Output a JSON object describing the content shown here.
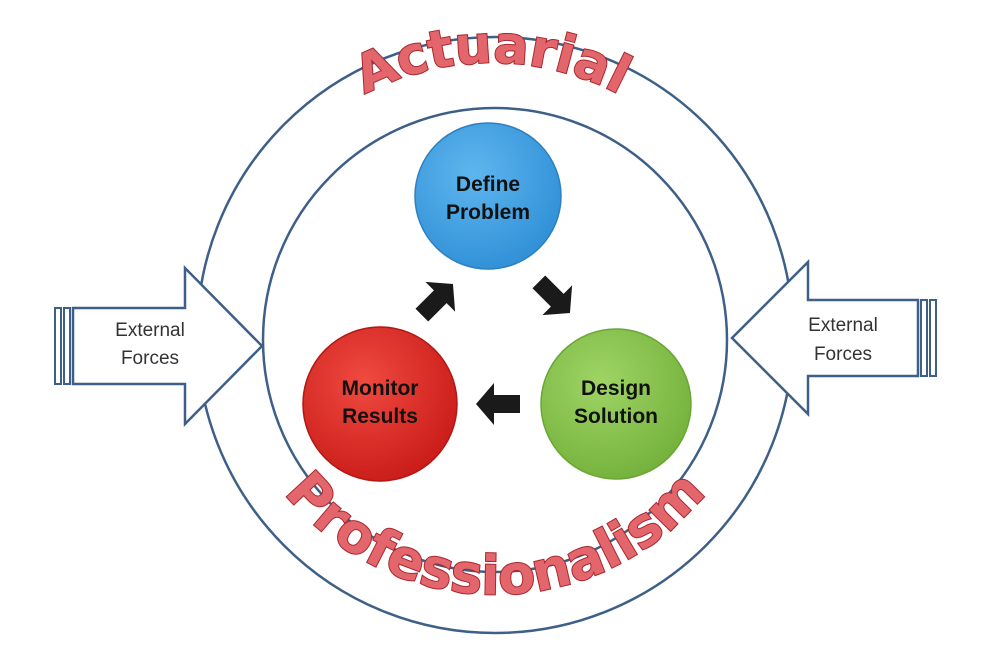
{
  "title_top": "Actuarial",
  "title_bottom": "Professionalism",
  "nodes": [
    {
      "id": "define",
      "line1": "Define",
      "line2": "Problem",
      "color": "#3d9fe0"
    },
    {
      "id": "design",
      "line1": "Design",
      "line2": "Solution",
      "color": "#86c24a"
    },
    {
      "id": "monitor",
      "line1": "Monitor",
      "line2": "Results",
      "color": "#dd2a24"
    }
  ],
  "external_left": {
    "line1": "External",
    "line2": "Forces"
  },
  "external_right": {
    "line1": "External",
    "line2": "Forces"
  },
  "colors": {
    "ring": "#3d5f88",
    "title_fill": "#e3666d",
    "title_stroke": "#a9272d",
    "arrow": "#1a1a1a",
    "node_text": "#111111"
  }
}
